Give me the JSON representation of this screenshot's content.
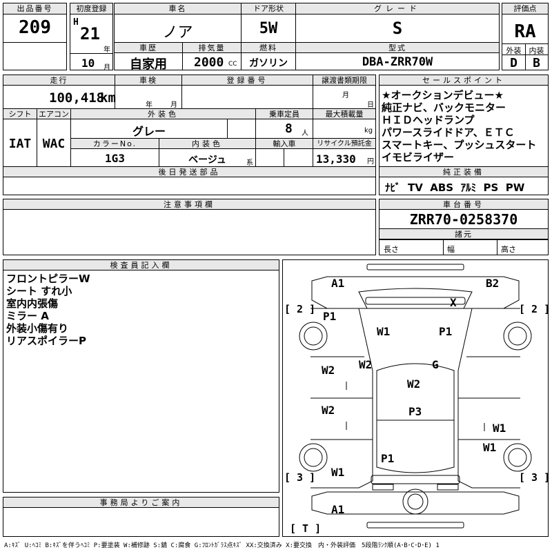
{
  "top": {
    "lot_label": "出品番号",
    "lot_no": "209",
    "first_reg_label": "初度登録",
    "era": "H",
    "year": "21",
    "year_unit": "年",
    "name_label": "車名",
    "name": "ノア",
    "door_label": "ドア形状",
    "door": "5W",
    "grade_label": "グレード",
    "grade": "S",
    "score_label": "評価点",
    "score": "RA",
    "history_label": "車歴",
    "history": "自家用",
    "month": "10",
    "month_unit": "月",
    "displacement_label": "排気量",
    "displacement": "2000",
    "displacement_unit": "CC",
    "fuel_label": "燃料",
    "fuel": "ガソリン",
    "model_label": "型式",
    "model": "DBA-ZRR70W",
    "exterior_label": "外装",
    "exterior": "D",
    "interior_label": "内装",
    "interior": "B"
  },
  "mid": {
    "mileage_label": "走行",
    "mileage": "100,418",
    "mileage_unit": "km",
    "inspection_label": "車検",
    "year_unit": "年",
    "month_unit": "月",
    "reg_no_label": "登録番号",
    "transfer_label": "譲渡書類期限",
    "day_unit": "日",
    "shift_label": "シフト",
    "shift": "IAT",
    "ac_label": "エアコン",
    "ac": "WAC",
    "color_label": "外装色",
    "color": "グレー",
    "capacity_label": "乗車定員",
    "capacity": "8",
    "capacity_unit": "人",
    "loadcap_label": "最大積載量",
    "loadcap_unit": "kg",
    "color_no_label": "カラーNo.",
    "color_no": "1G3",
    "int_color_label": "内装色",
    "int_color": "ベージュ",
    "int_color_suffix": "系",
    "import_label": "輸入車",
    "recycle_label": "リサイクル預託金",
    "recycle": "13,330",
    "recycle_unit": "円",
    "later_label": "後日発送部品"
  },
  "sales": {
    "label": "セールスポイント",
    "lines": [
      "★オークションデビュー★",
      "純正ナビ、バックモニター",
      "ＨＩＤヘッドランプ",
      "パワースライドドア、ＥＴＣ",
      "スマートキー、プッシュスタート",
      "イモビライザー"
    ]
  },
  "equipment": {
    "label": "純正装備",
    "items": [
      "ﾅﾋﾞ",
      "TV",
      "ABS",
      "ｱﾙﾐ",
      "PS",
      "PW"
    ]
  },
  "caution": {
    "label": "注意事項欄"
  },
  "chassis": {
    "label": "車台番号",
    "value": "ZRR70-0258370",
    "spec_label": "諸元",
    "length_label": "長さ",
    "width_label": "幅",
    "height_label": "高さ"
  },
  "inspector": {
    "label": "検査員記入欄",
    "lines": [
      "フロントピラーW",
      "シート すれ小",
      "室内内張傷",
      "ミラー A",
      "外装小傷有り",
      "リアスポイラーP"
    ]
  },
  "office": {
    "label": "事務局よりご案内"
  },
  "diagram": {
    "marks": {
      "a1_top": "A1",
      "b2": "B2",
      "x": "X",
      "p1_left": "P1",
      "w1_top": "W1",
      "p1_right": "P1",
      "w2_left": "W2",
      "w2_center_small": "W2",
      "g": "G",
      "w2_center": "W2",
      "w2_left_low": "W2",
      "p3": "P3",
      "w1_right": "W1",
      "w1_right_low": "W1",
      "p1_bottom": "P1",
      "w1_bottom": "W1",
      "a1_bottom": "A1"
    },
    "tags": {
      "two_left": "[ 2 ]",
      "two_right": "[ 2 ]",
      "three_left": "[ 3 ]",
      "three_right": "[ 3 ]",
      "t": "[ T ]"
    }
  },
  "legend": "A:ｷｽﾞ U:ﾍｺﾐ B:ｷｽﾞを伴うﾍｺﾐ P:要塗装 W:補修跡 S:錆 C:腐食 G:ﾌﾛﾝﾄｶﾞﾗｽ点ｷｽﾞ XX:交換済み X:要交換　内・外装評価　5段階ﾗﾝｸ順(A･B･C･D･E) 1"
}
